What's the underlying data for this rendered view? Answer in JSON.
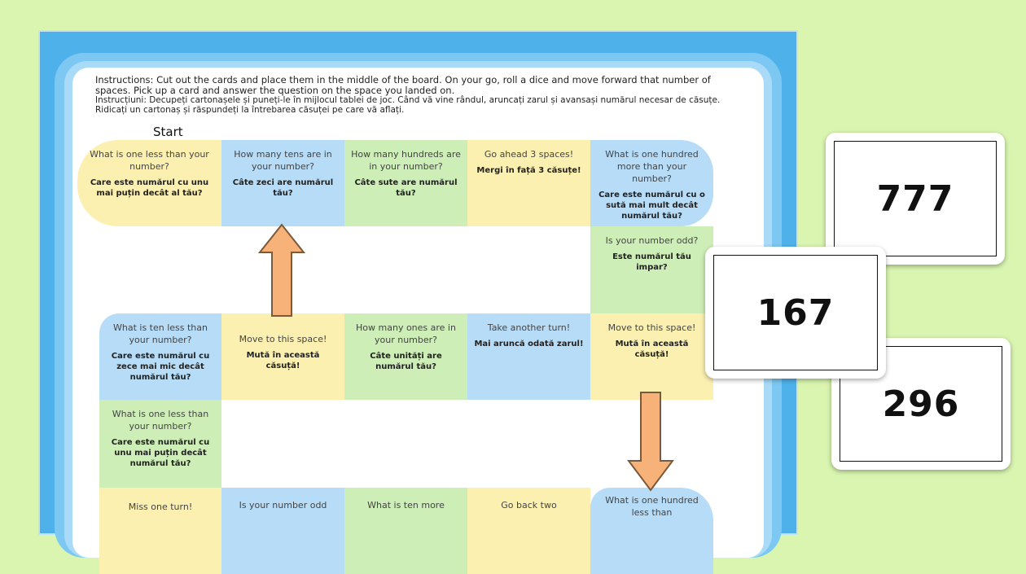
{
  "instructions": {
    "en": "Instructions: Cut out the cards and place them in the middle of the board. On your go, roll a dice and move forward that number of spaces. Pick up a card and answer the question on the space you landed on.",
    "ro": "Instrucțiuni: Decupeți cartonașele și puneți-le în mijlocul tablei de joc. Când vă vine rândul, aruncați zarul și avansași numărul necesar de căsuțe. Ridicați un cartonaș și răspundeți la întrebarea căsuței pe care vă aflați."
  },
  "start_label": "Start",
  "spaces": [
    {
      "en": "What is one less than your number?",
      "ro": "Care este numărul cu unu mai puțin decât al tău?",
      "color": "yellow"
    },
    {
      "en": "How many tens are in your number?",
      "ro": "Câte zeci are numărul tău?",
      "color": "blue"
    },
    {
      "en": "How many hundreds are in your number?",
      "ro": "Câte sute are numărul tău?",
      "color": "green"
    },
    {
      "en": "Go ahead 3 spaces!",
      "ro": "Mergi în față 3 căsuțe!",
      "color": "yellow"
    },
    {
      "en": "What is one hundred more than your number?",
      "ro": "Care este numărul cu o sută mai mult decât numărul tău?",
      "color": "blue"
    },
    {
      "en": "Is your number odd?",
      "ro": "Este numărul tău impar?",
      "color": "green"
    },
    {
      "en": "Move to this space!",
      "ro": "Mută în această căsuță!",
      "color": "yellow"
    },
    {
      "en": "Take another turn!",
      "ro": "Mai aruncă odată zarul!",
      "color": "blue"
    },
    {
      "en": "How many ones are in your number?",
      "ro": "Câte unități are numărul tău?",
      "color": "green"
    },
    {
      "en": "Move to this space!",
      "ro": "Mută în această căsuță!",
      "color": "yellow"
    },
    {
      "en": "What is ten less than your number?",
      "ro": "Care este numărul cu zece mai mic decât numărul tău?",
      "color": "blue"
    },
    {
      "en": "What is one less than your number?",
      "ro": "Care este numărul cu unu mai puțin decât numărul tău?",
      "color": "green"
    },
    {
      "en": "Miss one turn!",
      "ro": "",
      "color": "yellow"
    },
    {
      "en": "Is your number odd",
      "ro": "",
      "color": "blue"
    },
    {
      "en": "What is ten more",
      "ro": "",
      "color": "green"
    },
    {
      "en": "Go back two",
      "ro": "",
      "color": "yellow"
    },
    {
      "en": "What is one hundred less than",
      "ro": "",
      "color": "blue"
    }
  ],
  "cards": [
    "777",
    "167",
    "296"
  ],
  "colors": {
    "background": "#d9f5b0",
    "border_blue": "#4fb1ea",
    "arrow_fill": "#f7b27a",
    "arrow_stroke": "#7a5a3a"
  }
}
